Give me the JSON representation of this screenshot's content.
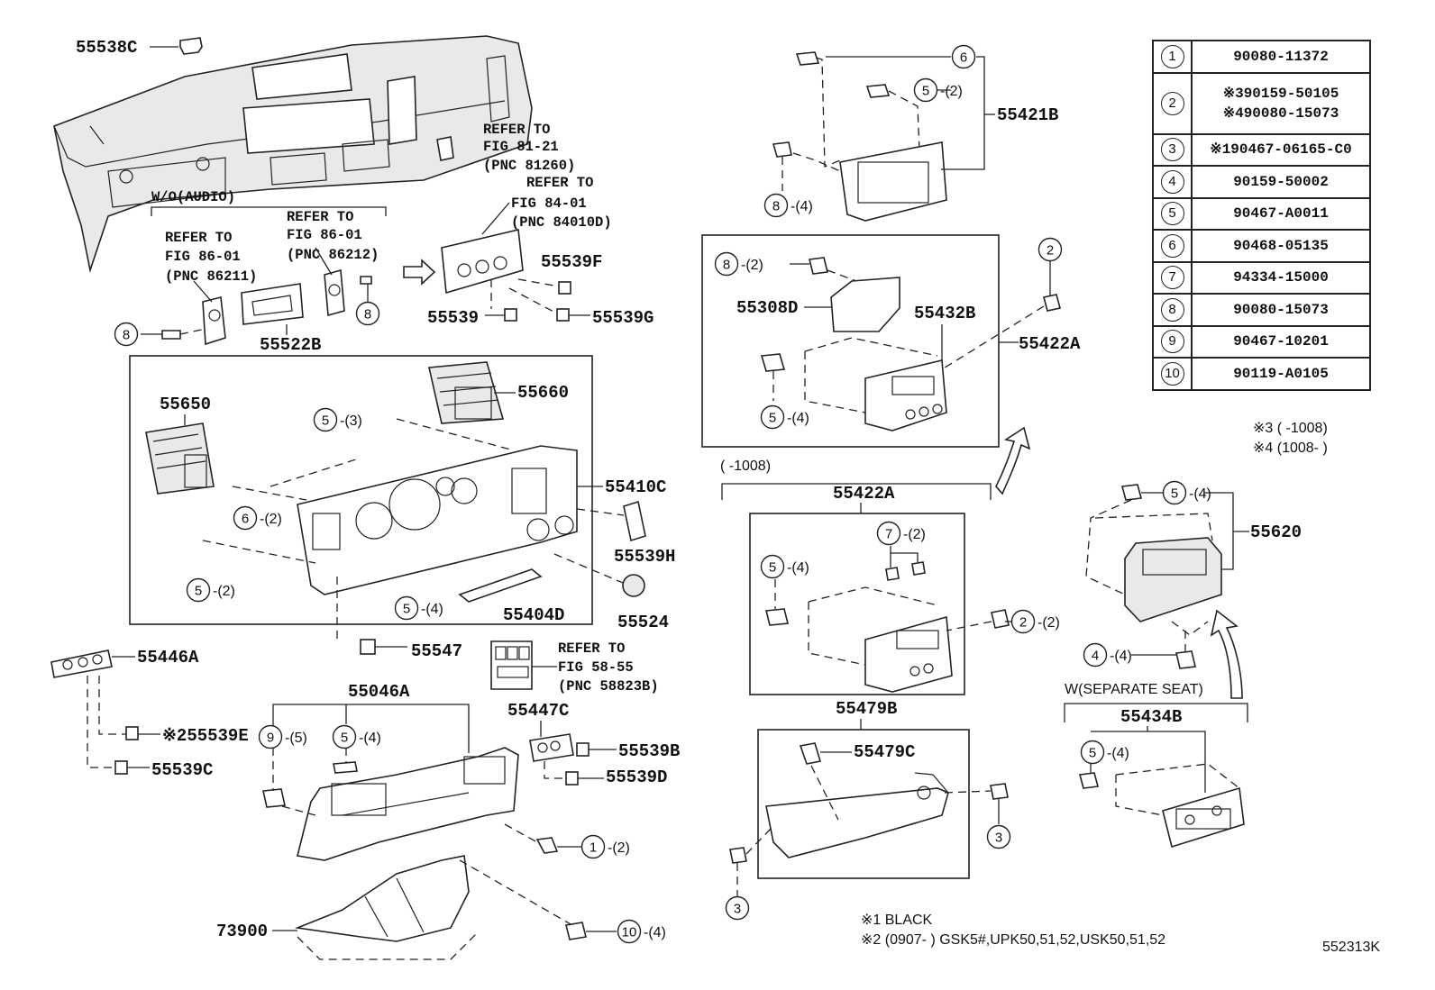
{
  "diagram_id": "552313K",
  "parts": {
    "p55538C": "55538C",
    "p55421B": "55421B",
    "p55308D": "55308D",
    "p55432B": "55432B",
    "p55422A_top": "55422A",
    "p55422A_mid": "55422A",
    "p55539F": "55539F",
    "p55539": "55539",
    "p55539G": "55539G",
    "p55522B": "55522B",
    "p55650": "55650",
    "p55660": "55660",
    "p55410C": "55410C",
    "p55539H": "55539H",
    "p55524": "55524",
    "p55404D": "55404D",
    "p55547": "55547",
    "p55446A": "55446A",
    "p55539E": "※255539E",
    "p55539C": "55539C",
    "p55046A": "55046A",
    "p55447C": "55447C",
    "p55539B": "55539B",
    "p55539D": "55539D",
    "p73900": "73900",
    "p55479B": "55479B",
    "p55479C": "55479C",
    "p55620": "55620",
    "p55434B": "55434B"
  },
  "refs": {
    "r1": [
      "REFER TO",
      "FIG 81-21",
      "(PNC 81260)"
    ],
    "r2": [
      "REFER TO",
      "FIG 84-01",
      "(PNC 84010D)"
    ],
    "r3": [
      "REFER TO",
      "FIG 86-01",
      "(PNC 86211)"
    ],
    "r4": [
      "REFER TO",
      "FIG 86-01",
      "(PNC 86212)"
    ],
    "r5": [
      "REFER TO",
      "FIG 58-55",
      "(PNC 58823B)"
    ]
  },
  "labels": {
    "wo_audio": "W/O(AUDIO)",
    "w_separate_seat": "W(SEPARATE SEAT)",
    "range_1008": "(      -1008)",
    "note_s3": "※3 (    -1008)",
    "note_s4": "※4 (1008-     )",
    "note_1": "※1 BLACK",
    "note_2": "※2 (0907-      ) GSK5#,UPK50,51,52,USK50,51,52"
  },
  "callouts": {
    "c6_top": "6",
    "c5_top": "5",
    "q5_top": "-(2)",
    "c8_top": "8",
    "q8_top": "-(4)",
    "c8_mid": "8",
    "q8_mid": "-(2)",
    "c2_mid": "2",
    "c5_mid": "5",
    "q5_mid": "-(4)",
    "c8_left": "8",
    "c8_refer": "8",
    "c5_a": "5",
    "q5_a": "-(3)",
    "c6_a": "6",
    "q6_a": "-(2)",
    "c5_b": "5",
    "q5_b": "-(2)",
    "c5_c": "5",
    "q5_c": "-(4)",
    "c7": "7",
    "q7": "-(2)",
    "c5_d": "5",
    "q5_d": "-(4)",
    "c2_d": "2",
    "q2_d": "-(2)",
    "c3_a": "3",
    "c3_b": "3",
    "c5_e": "5",
    "q5_e": "-(4)",
    "c4": "4",
    "q4": "-(4)",
    "c5_f": "5",
    "q5_f": "-(4)",
    "c9": "9",
    "q9": "-(5)",
    "c5_g": "5",
    "q5_g": "-(4)",
    "c1": "1",
    "q1": "-(2)",
    "c10": "10",
    "q10": "-(4)"
  },
  "table": [
    {
      "key": "1",
      "value": [
        "90080-11372"
      ]
    },
    {
      "key": "2",
      "value": [
        "※390159-50105",
        "※490080-15073"
      ]
    },
    {
      "key": "3",
      "value": [
        "※190467-06165-C0"
      ]
    },
    {
      "key": "4",
      "value": [
        "90159-50002"
      ]
    },
    {
      "key": "5",
      "value": [
        "90467-A0011"
      ]
    },
    {
      "key": "6",
      "value": [
        "90468-05135"
      ]
    },
    {
      "key": "7",
      "value": [
        "94334-15000"
      ]
    },
    {
      "key": "8",
      "value": [
        "90080-15073"
      ]
    },
    {
      "key": "9",
      "value": [
        "90467-10201"
      ]
    },
    {
      "key": "10",
      "value": [
        "90119-A0105"
      ]
    }
  ]
}
